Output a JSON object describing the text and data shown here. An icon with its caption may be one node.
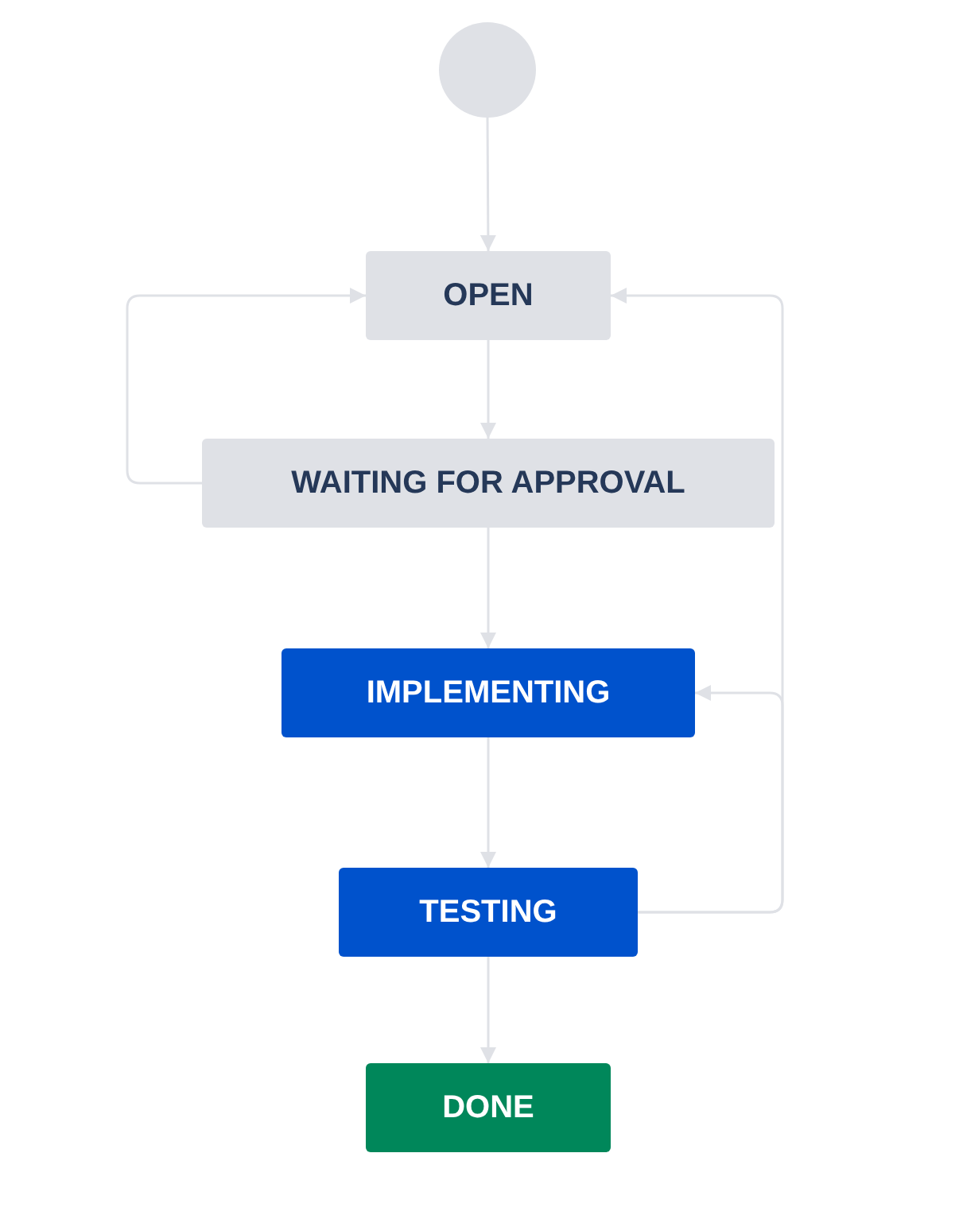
{
  "diagram": {
    "nodes": [
      {
        "text": [],
        "shape": "circle"
      },
      {
        "text": [
          "OPEN"
        ]
      },
      {
        "text": [
          "WAITING FOR APPROVAL"
        ]
      },
      {
        "text": [
          "IMPLEMENTING"
        ]
      },
      {
        "text": [
          "TESTING"
        ]
      },
      {
        "text": [
          "DONE"
        ]
      }
    ],
    "edges": [
      {
        "from": 0,
        "to": 1,
        "arrow": "to"
      },
      {
        "from": 1,
        "to": 2,
        "arrow": "to"
      },
      {
        "from": 2,
        "to": 1,
        "arrow": "to"
      },
      {
        "from": 2,
        "to": 3,
        "arrow": "to"
      },
      {
        "from": 3,
        "to": 4,
        "arrow": "to"
      },
      {
        "from": 4,
        "to": 5,
        "arrow": "to"
      },
      {
        "from": 4,
        "to": 1,
        "arrow": "to"
      },
      {
        "from": 4,
        "to": 3,
        "arrow": "to"
      }
    ]
  }
}
